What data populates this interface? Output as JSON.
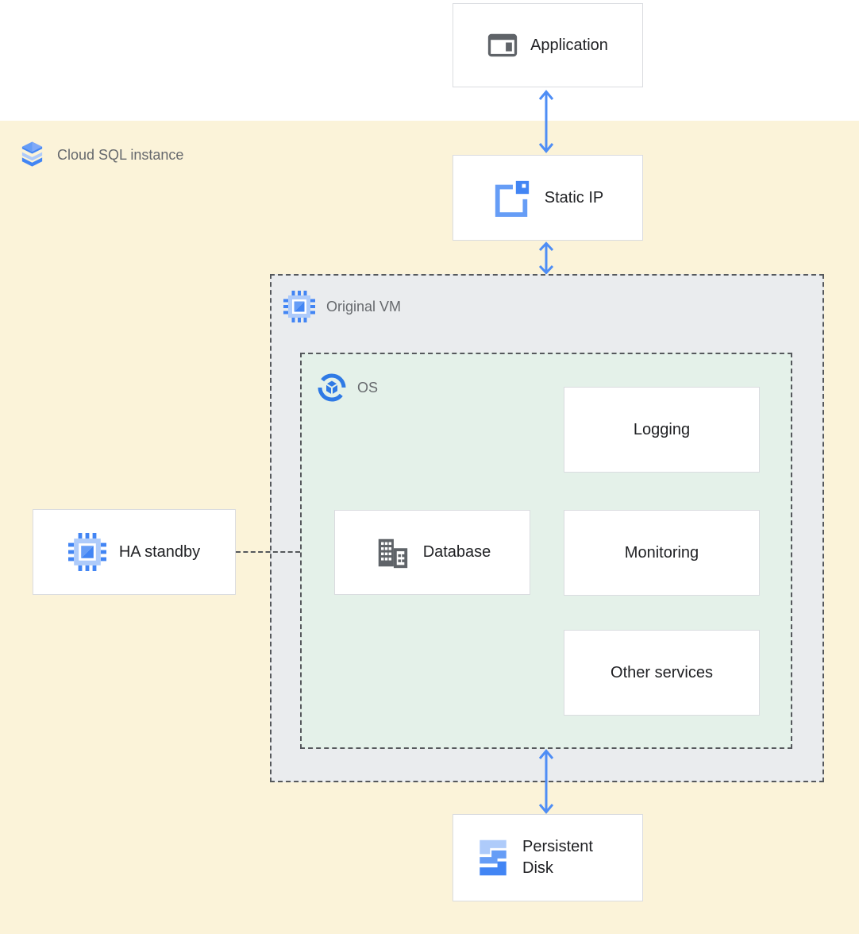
{
  "diagram": {
    "cloud_sql": {
      "label": "Cloud SQL instance",
      "icon": "cloud-sql-icon"
    },
    "original_vm": {
      "label": "Original VM",
      "icon": "compute-engine-icon"
    },
    "os": {
      "label": "OS",
      "icon": "os-icon"
    },
    "nodes": {
      "application": {
        "label": "Application",
        "icon": "application-window-icon"
      },
      "static_ip": {
        "label": "Static IP",
        "icon": "external-ip-icon"
      },
      "logging": {
        "label": "Logging"
      },
      "database": {
        "label": "Database",
        "icon": "building-icon"
      },
      "monitoring": {
        "label": "Monitoring"
      },
      "other_services": {
        "label": "Other services"
      },
      "ha_standby": {
        "label": "HA standby",
        "icon": "compute-engine-icon"
      },
      "persistent_disk": {
        "label": "Persistent Disk",
        "icon": "persistent-disk-icon"
      }
    },
    "connectors": {
      "app_static_ip": "bidirectional-arrow",
      "static_ip_vm": "bidirectional-arrow",
      "os_persistent_disk": "bidirectional-arrow",
      "ha_standby_vm": "dashed-line"
    },
    "colors": {
      "instance_bg": "#FBF3D9",
      "vm_bg": "#EAECEE",
      "os_bg": "#E4F1E9",
      "node_border": "#DADCE0",
      "dashed_border": "#55585C",
      "arrow": "#4E8DF5",
      "label_text": "#202124",
      "container_text": "#66696D",
      "icon_gray": "#5F6368",
      "blue_dark": "#4285F4",
      "blue_mid": "#669DF6",
      "blue_light": "#AECBFA"
    }
  }
}
